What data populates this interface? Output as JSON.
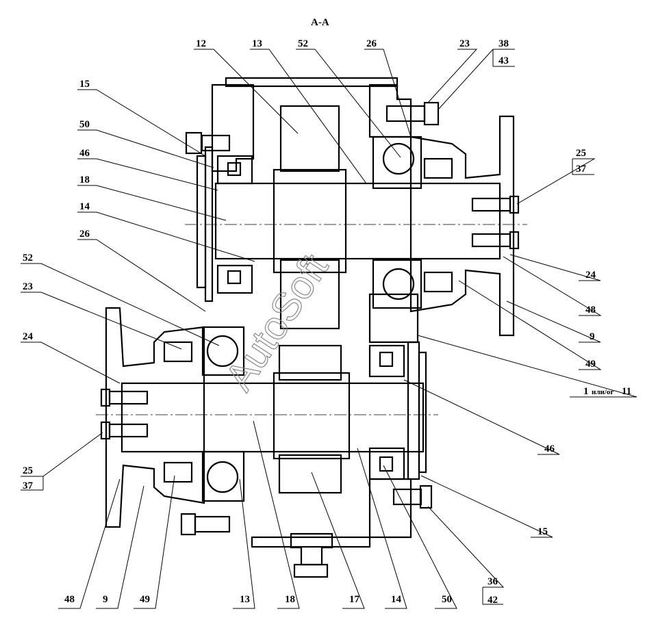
{
  "section_title": "A-A",
  "watermark": "AutoSoft",
  "labels": {
    "l12": "12",
    "l13a": "13",
    "l52a": "52",
    "l26a": "26",
    "l23a": "23",
    "l38": "38",
    "l43": "43",
    "l15a": "15",
    "l50a": "50",
    "l46a": "46",
    "l18a": "18",
    "l14a": "14",
    "l26b": "26",
    "l52b": "52",
    "l23b": "23",
    "l24a": "24",
    "l25a": "25",
    "l37a": "37",
    "l25b": "25",
    "l37b": "37",
    "l24b": "24",
    "l48a": "48",
    "l9a": "9",
    "l49a": "49",
    "l1_num": "1",
    "l1_or": "или/or",
    "l11": "11",
    "l46b": "46",
    "l15b": "15",
    "l36": "36",
    "l42": "42",
    "l48b": "48",
    "l9b": "9",
    "l49b": "49",
    "l13b": "13",
    "l18b": "18",
    "l17": "17",
    "l14b": "14",
    "l50b": "50"
  }
}
